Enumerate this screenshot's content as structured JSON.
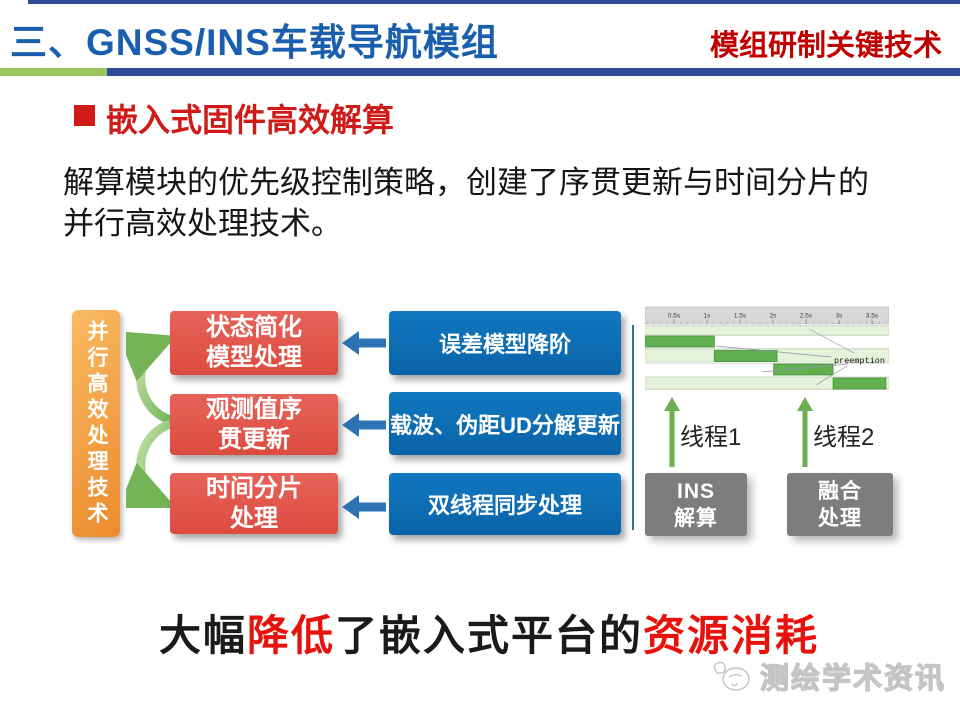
{
  "header": {
    "title": "三、GNSS/INS车载导航模组",
    "right_title": "模组研制关键技术"
  },
  "section": {
    "title": "嵌入式固件高效解算"
  },
  "body": {
    "line1": "解算模块的优先级控制策略，创建了序贯更新与时间分片的",
    "line2": "并行高效处理技术。"
  },
  "diagram": {
    "side_label": "并行高效处理技术",
    "red_boxes": [
      {
        "line1": "状态简化",
        "line2": "模型处理"
      },
      {
        "line1": "观测值序",
        "line2": "贯更新"
      },
      {
        "line1": "时间分片",
        "line2": "处理"
      }
    ],
    "blue_boxes": [
      {
        "label": "误差模型降阶"
      },
      {
        "label": "载波、伪距UD分解更新"
      },
      {
        "label": "双线程同步处理"
      }
    ]
  },
  "timeline": {
    "type": "gantt",
    "ticks": [
      "0.5s",
      "1s",
      "1.5s",
      "2s",
      "2.5s",
      "3s",
      "3.5s"
    ],
    "seconds_per_tick": 0.5,
    "annotation": "preemption",
    "band_rows": [
      1,
      3,
      5
    ],
    "bars": [
      {
        "row": 2,
        "start_s": 0.0,
        "end_s": 1.05
      },
      {
        "row": 3,
        "start_s": 1.05,
        "end_s": 2.0
      },
      {
        "row": 4,
        "start_s": 1.95,
        "end_s": 2.85
      },
      {
        "row": 5,
        "start_s": 2.85,
        "end_s": 3.65
      }
    ]
  },
  "threads": {
    "label1": "线程1",
    "label2": "线程2",
    "box1": {
      "line1": "INS",
      "line2": "解算"
    },
    "box2": {
      "line1": "融合",
      "line2": "处理"
    }
  },
  "conclusion": {
    "segments": [
      {
        "text": "大幅",
        "color": "#1a1a1a"
      },
      {
        "text": "降低",
        "color": "#e8120c"
      },
      {
        "text": "了嵌入式平台的",
        "color": "#1a1a1a"
      },
      {
        "text": "资源消耗",
        "color": "#e8120c"
      }
    ]
  },
  "watermark": {
    "text": "测绘学术资讯"
  },
  "colors": {
    "header_blue": "#1a5fad",
    "header_red": "#c00000",
    "rule_green": "#9cc65c",
    "rule_navy": "#2e4d98",
    "section_red": "#d01a17",
    "red_box": "#dd4b3f",
    "blue_box": "#0d6fb8",
    "orange_box": "#ec8b2e",
    "blue_arrow": "#2e74b5",
    "green_arrow": "#85bd63",
    "gray_box": "#7d7d7d",
    "bar_green": "#61b050",
    "band_green": "#e5f3db",
    "accent_red": "#e8120c"
  }
}
